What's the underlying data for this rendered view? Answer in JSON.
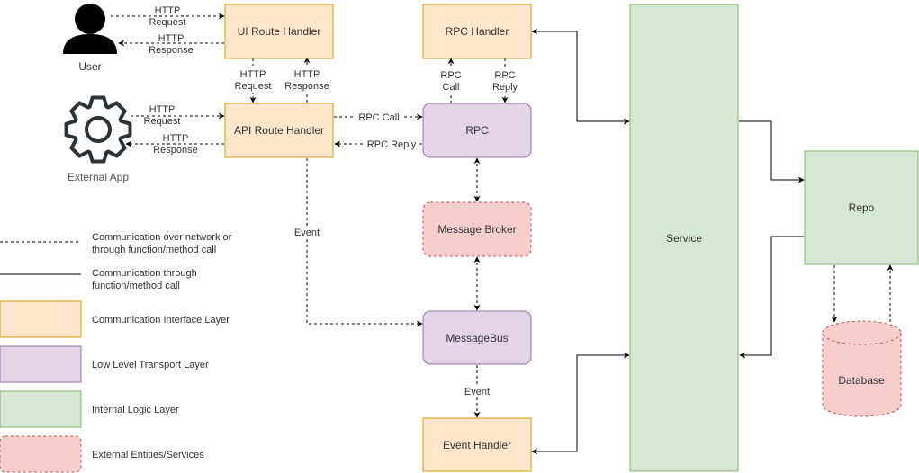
{
  "nodes": {
    "ui_route_handler": "UI Route Handler",
    "api_route_handler": "API Route Handler",
    "rpc_handler": "RPC Handler",
    "rpc": "RPC",
    "message_broker": "Message Broker",
    "message_bus": "MessageBus",
    "event_handler": "Event Handler",
    "service": "Service",
    "repo": "Repo",
    "database": "Database"
  },
  "actors": {
    "user": "User",
    "external_app": "External App"
  },
  "edges": {
    "http_request": [
      "HTTP",
      "Request"
    ],
    "http_response": [
      "HTTP",
      "Response"
    ],
    "rpc_call": [
      "RPC",
      "Call"
    ],
    "rpc_reply": [
      "RPC",
      "Reply"
    ],
    "rpc_call_inline": "RPC Call",
    "rpc_reply_inline": "RPC Reply",
    "event": "Event"
  },
  "legend": {
    "dashed": [
      "Communication over network or",
      "through function/method call"
    ],
    "solid": [
      "Communication through",
      "function/method call"
    ],
    "interface": "Communication Interface Layer",
    "transport": "Low Level Transport Layer",
    "internal": "Internal Logic Layer",
    "external": "External Entities/Services"
  },
  "colors": {
    "interface_fill": "#ffe6cc",
    "interface_stroke": "#d79b00",
    "transport_fill": "#e1d5e7",
    "transport_stroke": "#9673a6",
    "internal_fill": "#d5e8d4",
    "internal_stroke": "#82b366",
    "external_fill": "#f8cecc",
    "external_stroke": "#b85450",
    "line": "#000000",
    "gear": "#2b3338"
  }
}
